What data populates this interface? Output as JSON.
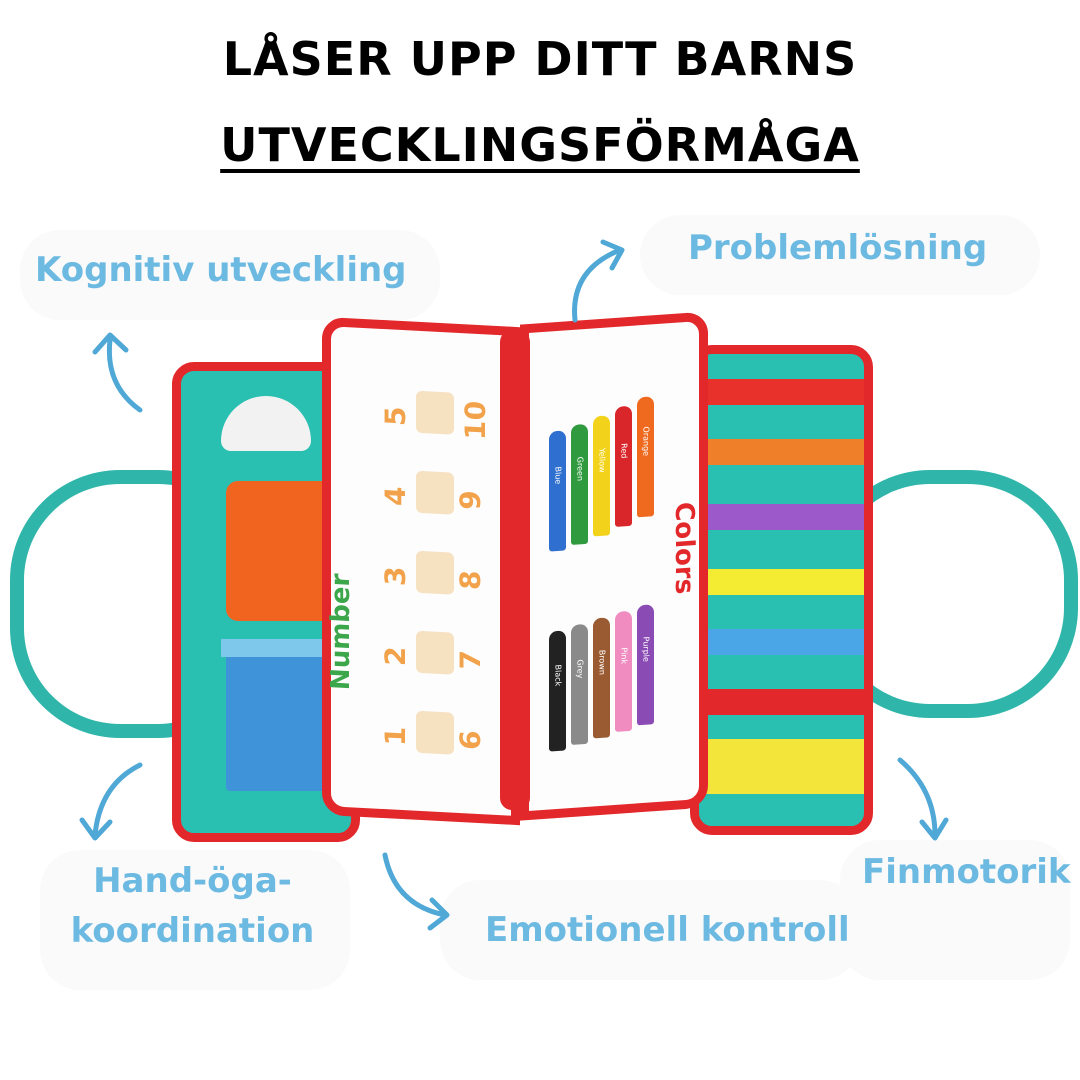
{
  "header": {
    "line1": "LÅSER UPP DITT BARNS",
    "line2": "UTVECKLINGSFÖRMÅGA"
  },
  "labels": {
    "cognitive": "Kognitiv utveckling",
    "problem_solving": "Problemlösning",
    "hand_eye_1": "Hand-öga-",
    "hand_eye_2": "koordination",
    "emotional": "Emotionell kontroll",
    "fine_motor": "Finmotorik"
  },
  "book": {
    "number_title": "Number",
    "colors_title": "Colors",
    "numbers": [
      "1",
      "2",
      "3",
      "4",
      "5",
      "6",
      "7",
      "8",
      "9",
      "10"
    ],
    "crayons_top": [
      {
        "name": "Blue",
        "color": "#2e6fd0"
      },
      {
        "name": "Green",
        "color": "#2f9a3e"
      },
      {
        "name": "Yellow",
        "color": "#f2d21a"
      },
      {
        "name": "Red",
        "color": "#d9262a"
      },
      {
        "name": "Orange",
        "color": "#ef6a1f"
      }
    ],
    "crayons_bottom": [
      {
        "name": "Black",
        "color": "#222222"
      },
      {
        "name": "Grey",
        "color": "#8a8a8a"
      },
      {
        "name": "Brown",
        "color": "#9a5a32"
      },
      {
        "name": "Pink",
        "color": "#f08cc0"
      },
      {
        "name": "Purple",
        "color": "#8b4bb5"
      }
    ]
  },
  "colors": {
    "label_blue": "#6cb9e1",
    "felt_teal": "#29c0b2",
    "border_red": "#e3282b"
  }
}
